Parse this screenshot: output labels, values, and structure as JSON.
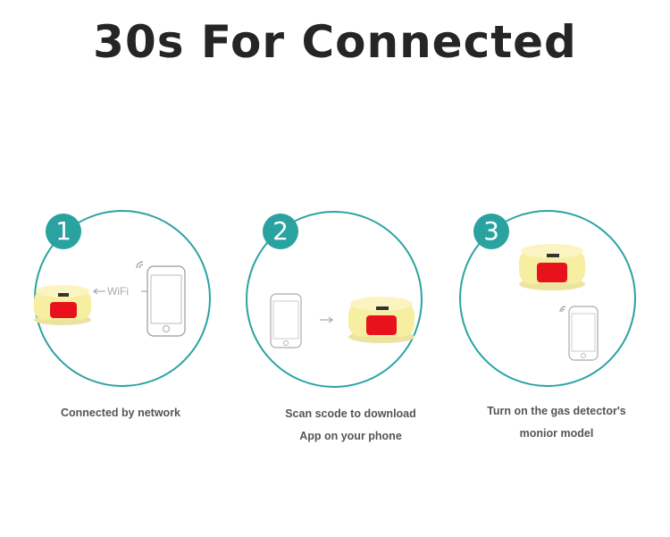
{
  "page": {
    "title": "30s For Connected"
  },
  "steps": [
    {
      "number": "1",
      "caption_lines": [
        "Connected by network"
      ],
      "link_label": "WiFi",
      "icons": [
        "gas-detector-icon",
        "wifi-signal-icon",
        "smartphone-icon"
      ]
    },
    {
      "number": "2",
      "caption_lines": [
        "Scan scode to download",
        "App on your phone"
      ],
      "icons": [
        "smartphone-icon",
        "arrow-right-icon",
        "gas-detector-icon"
      ]
    },
    {
      "number": "3",
      "caption_lines": [
        "Turn on the gas detector's",
        "monior model"
      ],
      "icons": [
        "gas-detector-icon",
        "wifi-signal-icon",
        "smartphone-icon"
      ]
    }
  ],
  "colors": {
    "accent": "#2aa3a0",
    "title": "#252525",
    "caption": "#555555",
    "detector_body": "#f6eea0",
    "detector_light": "#e8121c"
  }
}
